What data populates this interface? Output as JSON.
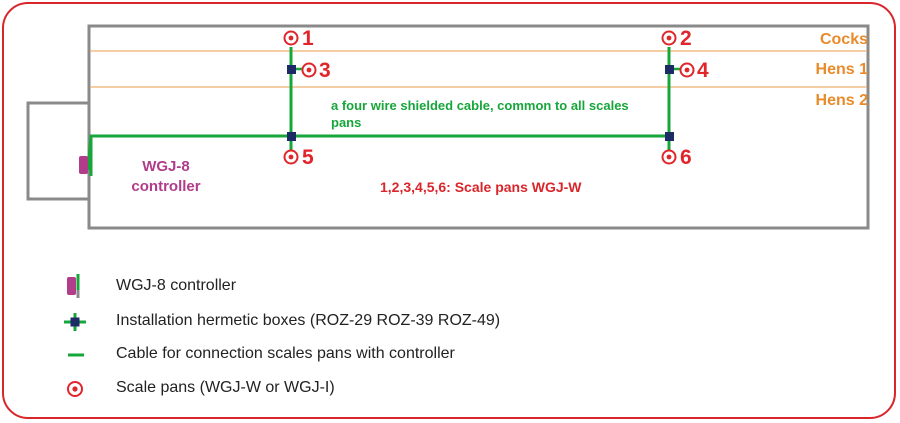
{
  "rows": {
    "cocks": "Cocks",
    "hens1": "Hens 1",
    "hens2": "Hens 2"
  },
  "pans": {
    "p1": "1",
    "p2": "2",
    "p3": "3",
    "p4": "4",
    "p5": "5",
    "p6": "6"
  },
  "cable_note": "a four wire shielded cable, common to all scales pans",
  "controller_label": "WGJ-8 controller",
  "pans_note": "1,2,3,4,5,6: Scale pans WGJ-W",
  "legend": [
    {
      "icon": "controller-icon",
      "label": "WGJ-8 controller"
    },
    {
      "icon": "hermetic-box-icon",
      "label": "Installation hermetic boxes (ROZ-29 ROZ-39 ROZ-49)"
    },
    {
      "icon": "cable-icon",
      "label": "Cable for connection scales pans with controller"
    },
    {
      "icon": "scale-pan-icon",
      "label": "Scale pans (WGJ-W or WGJ-I)"
    }
  ],
  "colors": {
    "frame": "#d9262b",
    "row_line": "#f0b070",
    "row_label": "#e98b2a",
    "cable": "#17a63a",
    "box": "#1c2a66",
    "controller": "#b03c8a",
    "pan": "#e0262b",
    "outline": "#888888"
  }
}
